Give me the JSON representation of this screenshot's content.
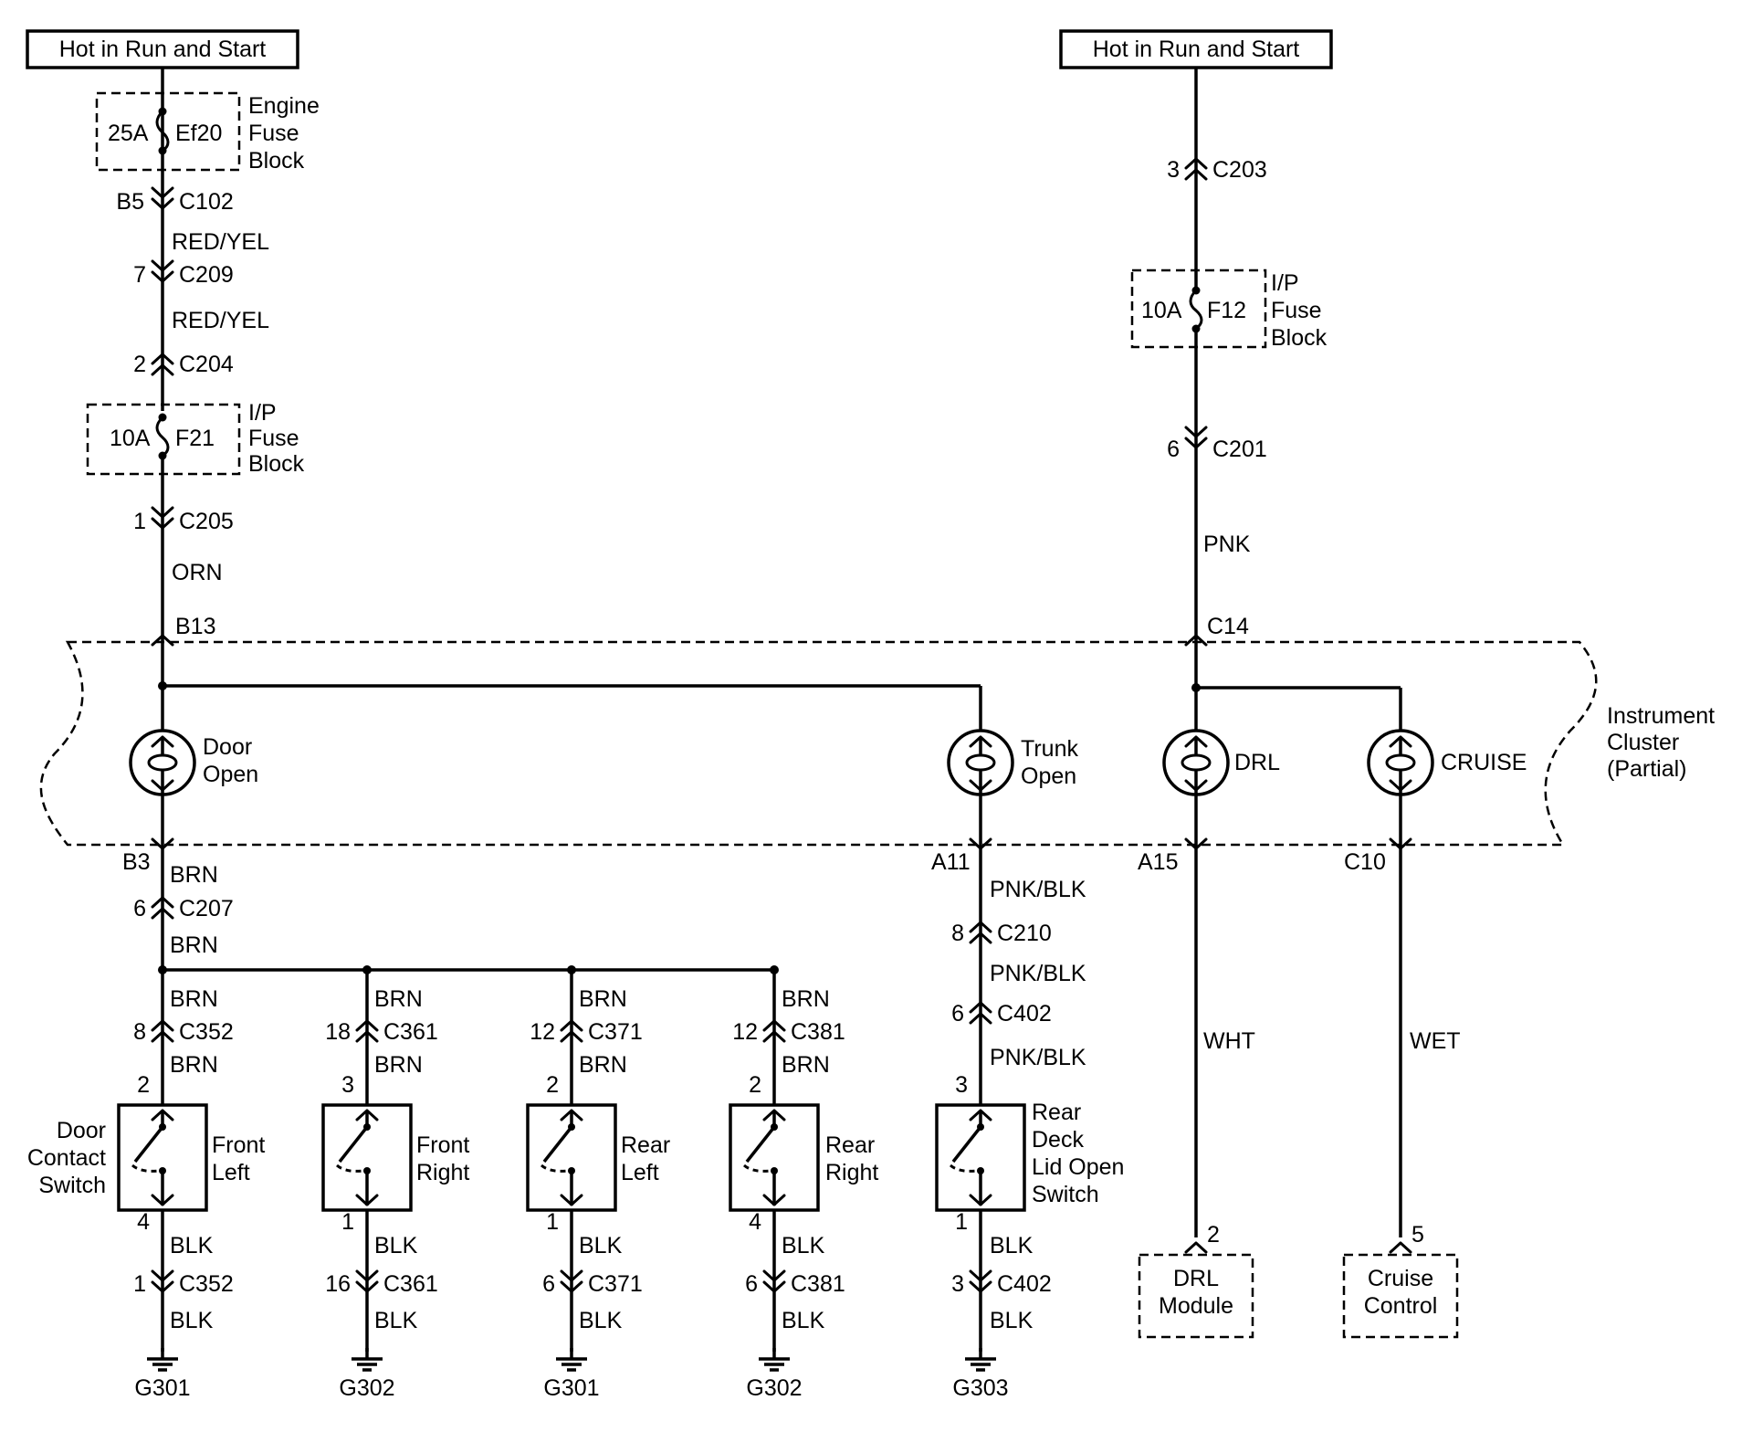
{
  "sources": [
    {
      "label": "Hot in Run and Start"
    },
    {
      "label": "Hot in Run and Start"
    }
  ],
  "fuses": {
    "ef20": {
      "rating": "25A",
      "id": "Ef20",
      "block": [
        "Engine",
        "Fuse",
        "Block"
      ]
    },
    "f21": {
      "rating": "10A",
      "id": "F21",
      "block": [
        "I/P",
        "Fuse",
        "Block"
      ]
    },
    "f12": {
      "rating": "10A",
      "id": "F12",
      "block": [
        "I/P",
        "Fuse",
        "Block"
      ]
    }
  },
  "connectors": {
    "c102": {
      "pin": "B5",
      "name": "C102"
    },
    "c209": {
      "pin": "7",
      "name": "C209"
    },
    "c204": {
      "pin": "2",
      "name": "C204"
    },
    "c205": {
      "pin": "1",
      "name": "C205"
    },
    "c203": {
      "pin": "3",
      "name": "C203"
    },
    "c201": {
      "pin": "6",
      "name": "C201"
    },
    "b13": {
      "name": "B13"
    },
    "c14": {
      "name": "C14"
    },
    "b3": {
      "name": "B3"
    },
    "a11": {
      "name": "A11"
    },
    "a15": {
      "name": "A15"
    },
    "c10": {
      "name": "C10"
    },
    "c207": {
      "pin": "6",
      "name": "C207"
    },
    "c210": {
      "pin": "8",
      "name": "C210"
    },
    "c402_top": {
      "pin": "6",
      "name": "C402"
    },
    "c402_bot": {
      "pin": "3",
      "name": "C402"
    },
    "c352_top": {
      "pin": "8",
      "name": "C352"
    },
    "c352_bot": {
      "pin": "1",
      "name": "C352"
    },
    "c361_top": {
      "pin": "18",
      "name": "C361"
    },
    "c361_bot": {
      "pin": "16",
      "name": "C361"
    },
    "c371_top": {
      "pin": "12",
      "name": "C371"
    },
    "c371_bot": {
      "pin": "6",
      "name": "C371"
    },
    "c381_top": {
      "pin": "12",
      "name": "C381"
    },
    "c381_bot": {
      "pin": "6",
      "name": "C381"
    }
  },
  "wires": {
    "red_yel_1": "RED/YEL",
    "red_yel_2": "RED/YEL",
    "orn": "ORN",
    "pnk": "PNK",
    "brn_b3": "BRN",
    "brn_c207": "BRN",
    "brn_1": "BRN",
    "brn_2": "BRN",
    "brn_3": "BRN",
    "brn_4": "BRN",
    "brn_1b": "BRN",
    "brn_2b": "BRN",
    "brn_3b": "BRN",
    "brn_4b": "BRN",
    "pnk_blk_1": "PNK/BLK",
    "pnk_blk_2": "PNK/BLK",
    "pnk_blk_3": "PNK/BLK",
    "wht": "WHT",
    "wet": "WET",
    "blk_1a": "BLK",
    "blk_1b": "BLK",
    "blk_2a": "BLK",
    "blk_2b": "BLK",
    "blk_3a": "BLK",
    "blk_3b": "BLK",
    "blk_4a": "BLK",
    "blk_4b": "BLK",
    "blk_5a": "BLK",
    "blk_5b": "BLK"
  },
  "cluster": {
    "label": [
      "Instrument",
      "Cluster",
      "(Partial)"
    ]
  },
  "lamps": {
    "door_open": [
      "Door",
      "Open"
    ],
    "trunk_open": [
      "Trunk",
      "Open"
    ],
    "drl": "DRL",
    "cruise": "CRUISE"
  },
  "switches": {
    "door_contact": [
      "Door",
      "Contact",
      "Switch"
    ],
    "front_left": {
      "pin_top": "2",
      "pin_bot": "4",
      "label": [
        "Front",
        "Left"
      ]
    },
    "front_right": {
      "pin_top": "3",
      "pin_bot": "1",
      "label": [
        "Front",
        "Right"
      ]
    },
    "rear_left": {
      "pin_top": "2",
      "pin_bot": "1",
      "label": [
        "Rear",
        "Left"
      ]
    },
    "rear_right": {
      "pin_top": "2",
      "pin_bot": "4",
      "label": [
        "Rear",
        "Right"
      ]
    },
    "rear_deck": {
      "pin_top": "3",
      "pin_bot": "1",
      "label": [
        "Rear",
        "Deck",
        "Lid Open",
        "Switch"
      ]
    }
  },
  "grounds": [
    "G301",
    "G302",
    "G301",
    "G302",
    "G303"
  ],
  "modules": {
    "drl": {
      "pin": "2",
      "label": [
        "DRL",
        "Module"
      ]
    },
    "cruise": {
      "pin": "5",
      "label": [
        "Cruise",
        "Control"
      ]
    }
  }
}
